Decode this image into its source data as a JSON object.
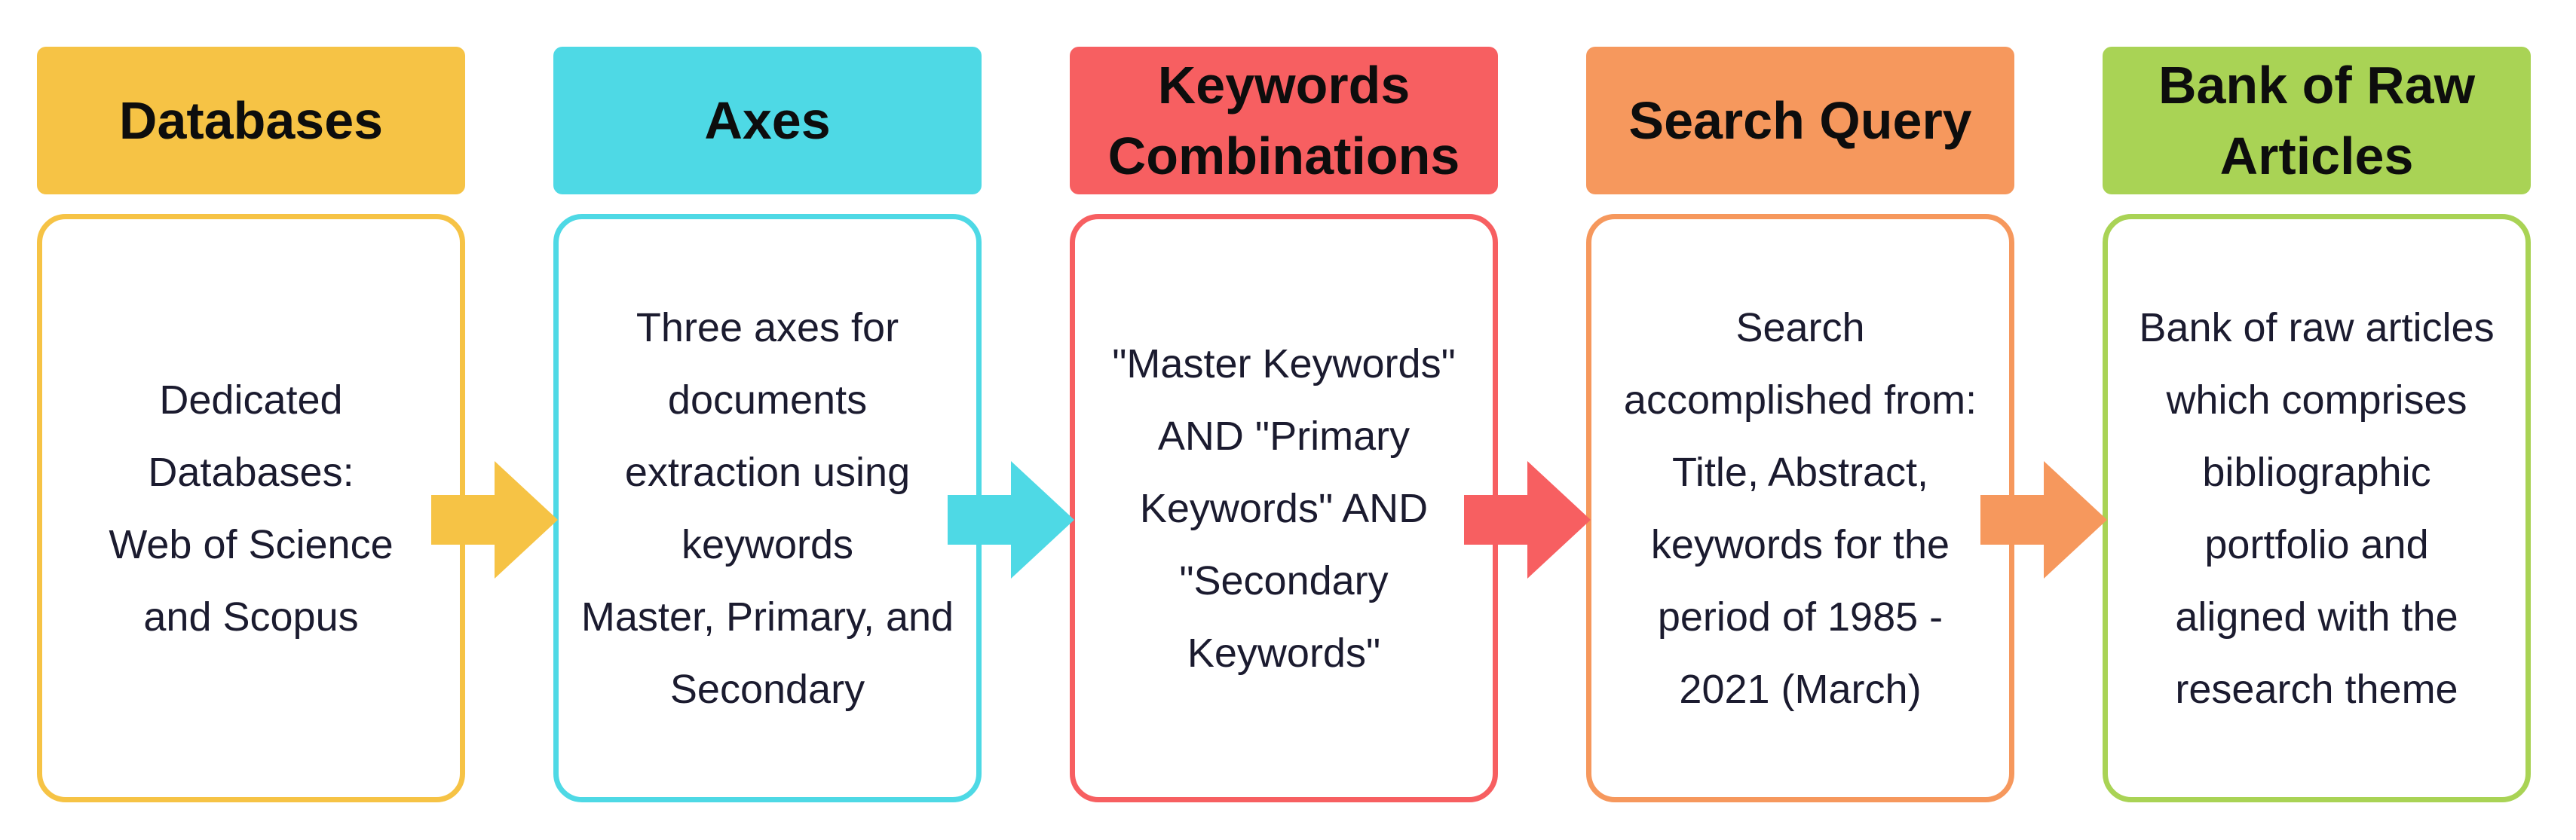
{
  "diagram": {
    "columns": [
      {
        "header": "Databases",
        "body": "Dedicated\nDatabases:\nWeb of Science\nand Scopus",
        "accent": "#F6C345"
      },
      {
        "header": "Axes",
        "body": "Three axes for\ndocuments\nextraction using\nkeywords\nMaster, Primary, and\nSecondary",
        "accent": "#4ED9E5"
      },
      {
        "header": "Keywords\nCombinations",
        "body": "\"Master Keywords\"\nAND \"Primary\nKeywords\" AND\n\"Secondary\nKeywords\"",
        "accent": "#F75F61"
      },
      {
        "header": "Search Query",
        "body": "Search\naccomplished from:\nTitle, Abstract,\nkeywords for the\nperiod of 1985 -\n2021 (March)",
        "accent": "#F6985D"
      },
      {
        "header": "Bank of Raw\nArticles",
        "body": "Bank of raw articles\nwhich comprises\nbibliographic\nportfolio and\naligned with the\nresearch theme",
        "accent": "#A9D355"
      }
    ],
    "arrows": [
      {
        "color": "#F6C345"
      },
      {
        "color": "#4ED9E5"
      },
      {
        "color": "#F75F61"
      },
      {
        "color": "#F6985D"
      }
    ]
  }
}
